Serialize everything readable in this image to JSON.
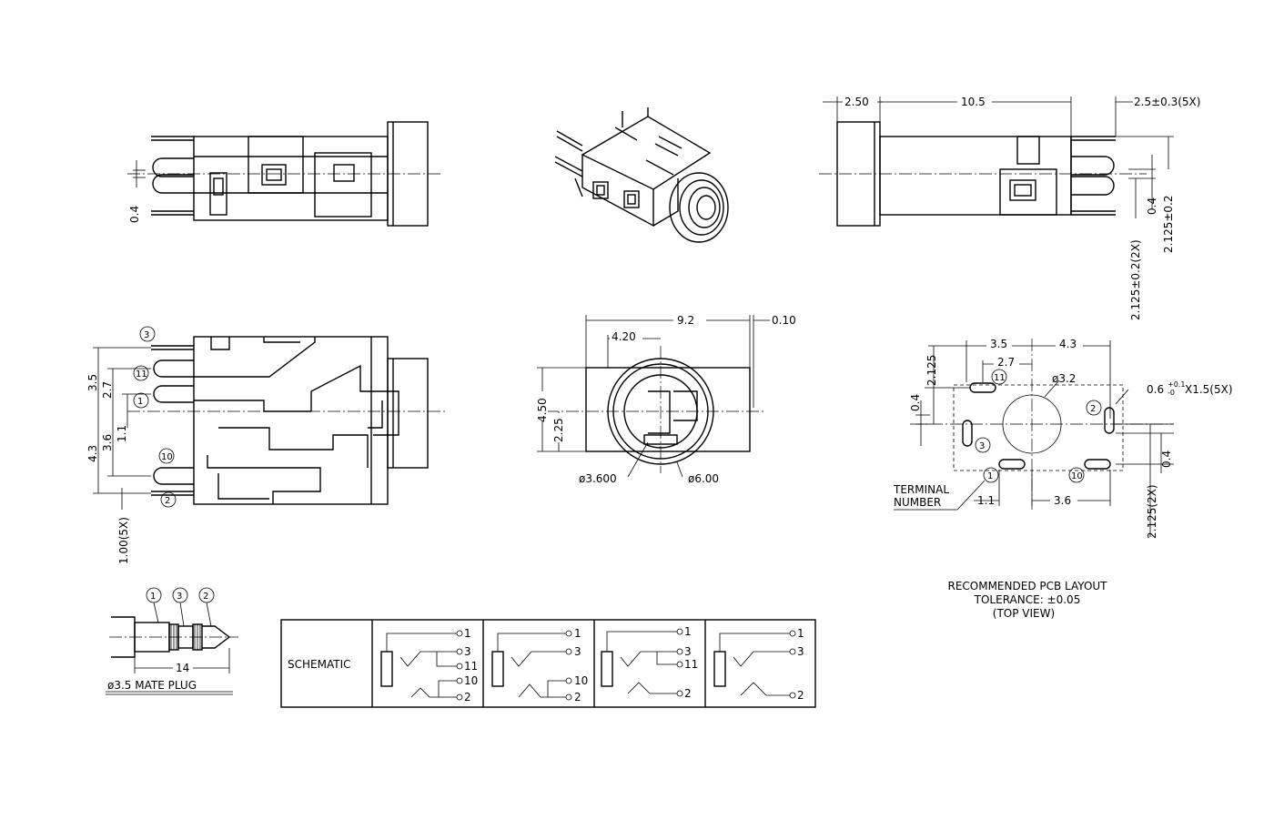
{
  "dims": {
    "side_top_left": {
      "d04": "0.4"
    },
    "side_top_right": {
      "d250": "2.50",
      "d105": "10.5",
      "d25": "2.5±0.3(5X)",
      "d04": "0.4",
      "d2125": "2.125±0.2",
      "d2125_2x": "2.125±0.2(2X)"
    },
    "side_mid_left": {
      "d35": "3.5",
      "d27": "2.7",
      "d11": "1.1",
      "d36": "3.6",
      "d43": "4.3",
      "d100": "1.00(5X)"
    },
    "front": {
      "d92": "9.2",
      "d420": "4.20",
      "d010": "0.10",
      "d450": "4.50",
      "d225": "2.25",
      "d3600": "ø3.600",
      "d600": "ø6.00"
    },
    "pcb": {
      "d35": "3.5",
      "d43": "4.3",
      "d27": "2.7",
      "d2125": "2.125",
      "d32": "ø3.2",
      "d04a": "0.4",
      "d04b": "0.4",
      "d06": "0.6",
      "tol_plus": "+0.1",
      "tol_minus": "-0",
      "d06_suffix": "X1.5(5X)",
      "d11": "1.1",
      "d36": "3.6",
      "d2125_2x": "2.125(2X)",
      "terminal_line1": "TERMINAL",
      "terminal_line2": "NUMBER"
    }
  },
  "pins": {
    "p1": "1",
    "p2": "2",
    "p3": "3",
    "p10": "10",
    "p11": "11"
  },
  "pcb_caption": {
    "line1": "RECOMMENDED PCB LAYOUT",
    "line2": "TOLERANCE: ±0.05",
    "line3": "(TOP VIEW)"
  },
  "plug": {
    "length": "14",
    "caption": "ø3.5 MATE PLUG"
  },
  "schematic": {
    "label": "SCHEMATIC",
    "panels": [
      {
        "terminals": [
          "1",
          "3",
          "11",
          "10",
          "2"
        ]
      },
      {
        "terminals": [
          "1",
          "3",
          "10",
          "2"
        ]
      },
      {
        "terminals": [
          "1",
          "3",
          "11",
          "2"
        ]
      },
      {
        "terminals": [
          "1",
          "3",
          "2"
        ]
      }
    ]
  }
}
